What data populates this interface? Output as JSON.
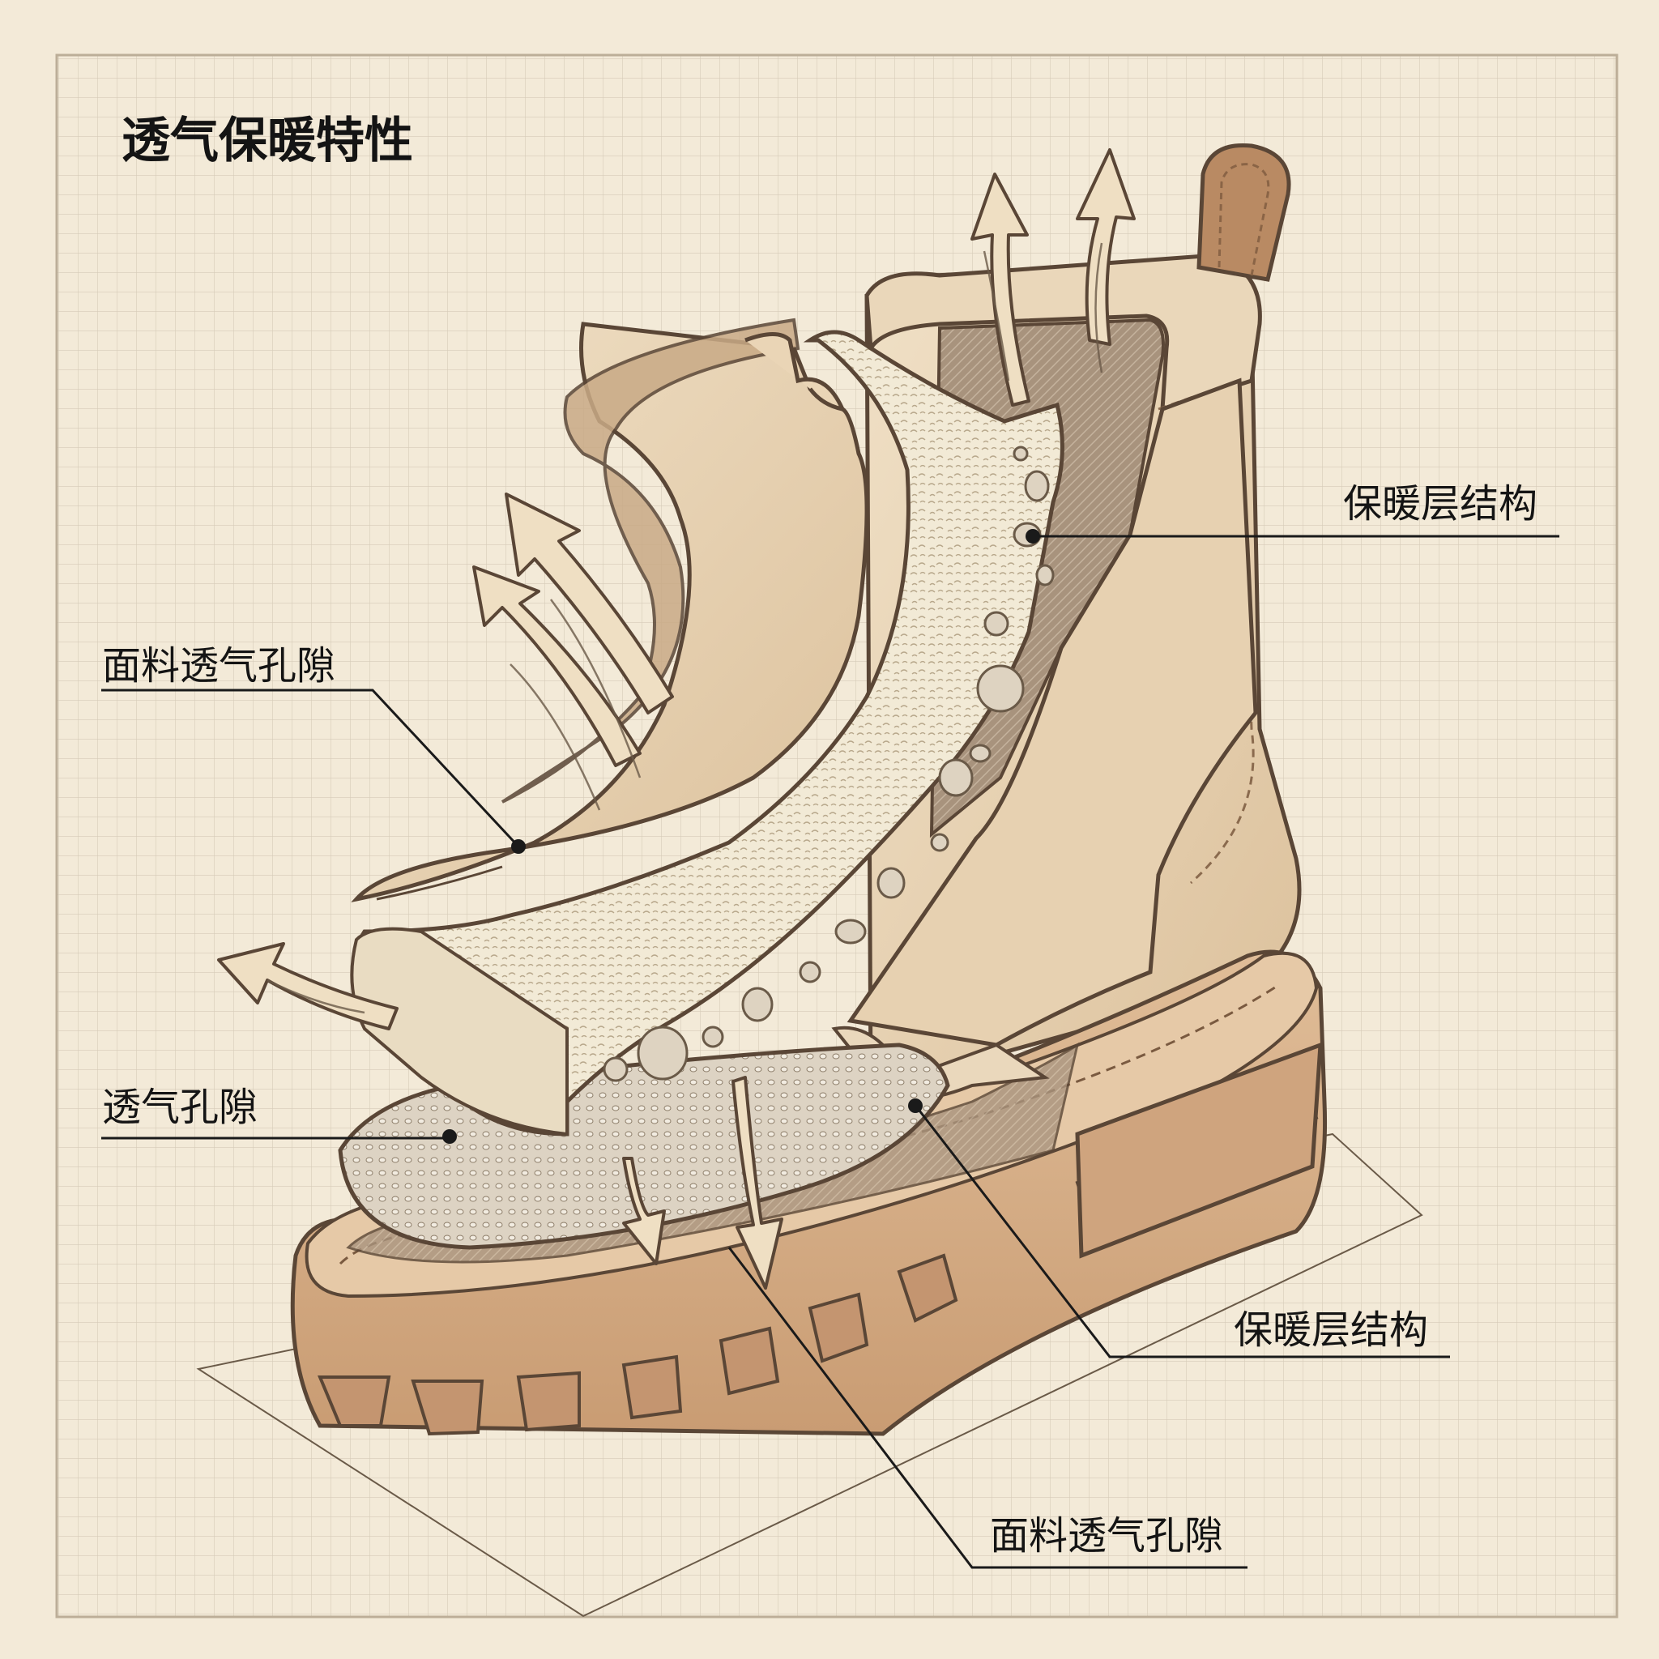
{
  "title": "透气保暖特性",
  "callouts": {
    "upper_right": "保暖层结构",
    "left_upper": "面料透气孔隙",
    "left_lower": "透气孔隙",
    "lower_right": "保暖层结构",
    "bottom": "面料透气孔隙"
  },
  "colors": {
    "background": "#f3ead8",
    "grid": "#d6cbb8",
    "leather": "#e6d0b0",
    "leather_dark": "#c9a47c",
    "sole": "#d6b08a",
    "fleece": "#f2ead6",
    "outline": "#5a4636",
    "leader": "#1a1a1a"
  }
}
